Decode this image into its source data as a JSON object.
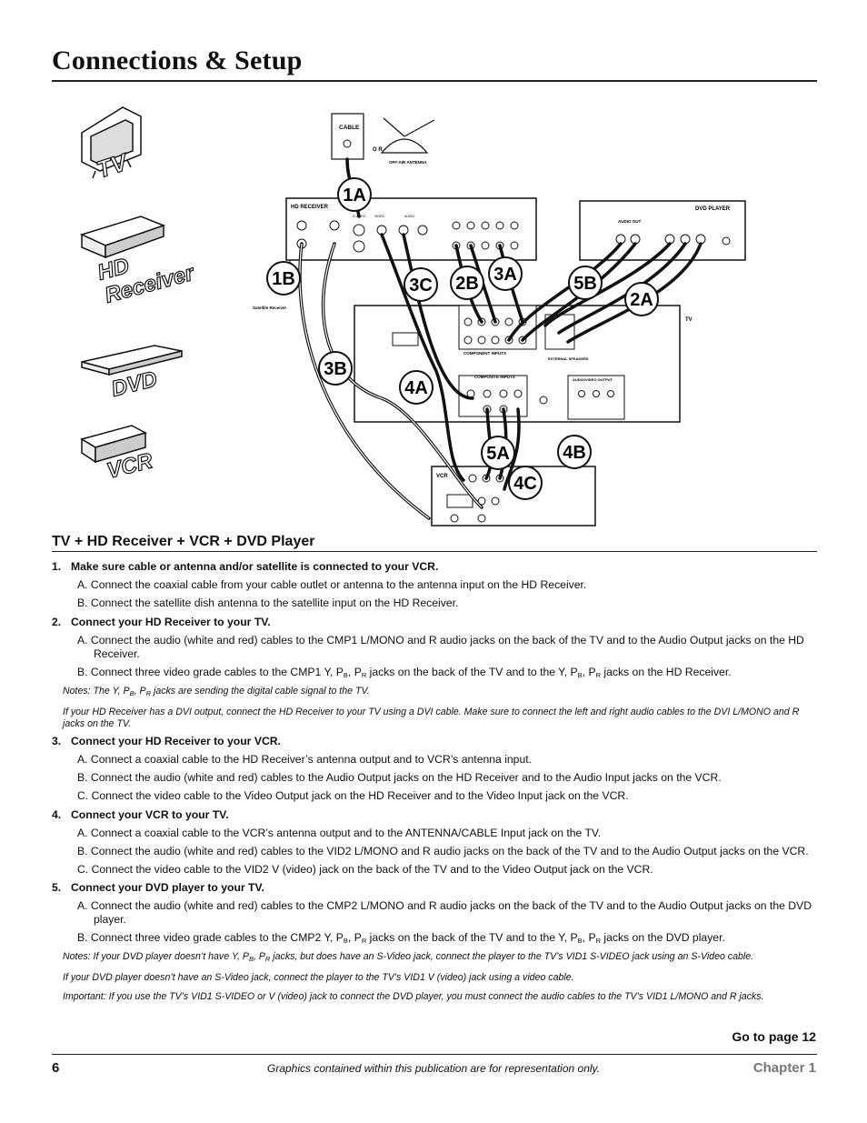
{
  "header": {
    "title": "Connections & Setup"
  },
  "diagram": {
    "device_labels": {
      "tv": "TV",
      "hd": "HD",
      "receiver": "Receiver",
      "dvd": "DVD",
      "vcr": "VCR"
    },
    "callouts": [
      "1A",
      "1B",
      "2A",
      "2B",
      "3A",
      "3B",
      "3C",
      "4A",
      "4B",
      "4C",
      "5A",
      "5B"
    ],
    "labels": {
      "cable": "CABLE",
      "or": "O R",
      "antenna": "OFF-AIR ANTENNA",
      "hd_receiver": "HD RECEIVER",
      "dvd_player": "DVD PLAYER",
      "tv_box": "TV",
      "vcr_box": "VCR",
      "satellite": "Satellite Receiver",
      "composite_inputs": "COMPOSITE INPUTS",
      "audio_video_output": "AUDIO/VIDEO OUTPUT",
      "external_speakers": "EXTERNAL SPEAKERS",
      "component_inputs": "COMPONENT INPUTS",
      "audio_out": "AUDIO OUT",
      "s_video": "S-VIDEO",
      "video": "VIDEO",
      "audio": "AUDIO"
    }
  },
  "section_title": "TV + HD Receiver + VCR + DVD Player",
  "steps": [
    {
      "num": "1.",
      "head": "Make sure cable or antenna and/or satellite is connected to your VCR.",
      "subs": [
        "A. Connect the coaxial cable from your cable outlet or antenna to the antenna input on the HD Receiver.",
        "B. Connect the satellite dish antenna to the satellite input on the HD Receiver."
      ]
    },
    {
      "num": "2.",
      "head": "Connect your HD Receiver to your TV.",
      "subs": [
        "A. Connect the audio (white and red) cables to the CMP1 L/MONO and R audio jacks on the back of the TV and to the Audio Output jacks on the HD Receiver."
      ],
      "sub_b": {
        "part1": "B. Connect three video grade cables to the CMP1 Y, P",
        "part2": " jacks on the back of the TV and to the Y, P",
        "part3": " jacks on the HD Receiver."
      },
      "note1": {
        "part1": "Notes: The Y, P",
        "part2": " jacks are sending the digital cable signal to the TV."
      },
      "note2": "If your HD Receiver has a DVI output, connect the HD Receiver to your TV using a DVI cable. Make sure to connect the left and right audio cables to the DVI L/MONO and R jacks on the TV."
    },
    {
      "num": "3.",
      "head": "Connect your HD Receiver to your VCR.",
      "subs": [
        "A. Connect a coaxial cable to the HD Receiver’s antenna output and to VCR’s antenna input.",
        "B. Connect the audio (white and red) cables to the Audio Output jacks on the HD Receiver and to the Audio Input jacks on the VCR.",
        "C. Connect the video cable to the Video Output jack on the HD Receiver and to the Video Input jack on the VCR."
      ]
    },
    {
      "num": "4.",
      "head": "Connect your VCR to your TV.",
      "subs": [
        "A. Connect a coaxial cable to the VCR’s antenna output and to the ANTENNA/CABLE Input jack on the TV.",
        "B. Connect the audio (white and red) cables to the VID2 L/MONO and R audio jacks on the back of the TV and to the Audio Output jacks on the VCR.",
        "C. Connect the video cable to the VID2 V (video) jack on the back of the TV and to the Video Output jack on the VCR."
      ]
    },
    {
      "num": "5.",
      "head": "Connect your DVD player to your TV.",
      "subs": [
        "A. Connect the audio (white and red) cables to the CMP2 L/MONO and R audio jacks on the back of the TV and to the Audio Output jacks on the DVD player."
      ],
      "sub_b": {
        "part1": "B. Connect three video grade cables to the CMP2 Y, P",
        "part2": " jacks on the back of the TV and to the Y, P",
        "part3": " jacks on the DVD player."
      },
      "note1": {
        "part1": "Notes: If your DVD player doesn’t have Y, P",
        "part2": " jacks, but does have an S-Video jack, connect the player to the TV’s VID1 S-VIDEO jack using an S-Video cable."
      },
      "note2": "If your DVD player doesn’t have an S-Video jack, connect the player to the TV’s VID1 V (video) jack using a video cable.",
      "note3": "Important: If you use the TV’s  VID1 S-VIDEO or V (video) jack to connect the DVD player, you must connect the audio cables to the TV’s VID1 L/MONO and R jacks."
    }
  ],
  "subscripts": {
    "b": "B",
    "r": "R",
    "sep": ", P"
  },
  "footer": {
    "goto": "Go to page 12",
    "page_number": "6",
    "note": "Graphics contained within this publication are for representation only.",
    "chapter": "Chapter 1"
  }
}
